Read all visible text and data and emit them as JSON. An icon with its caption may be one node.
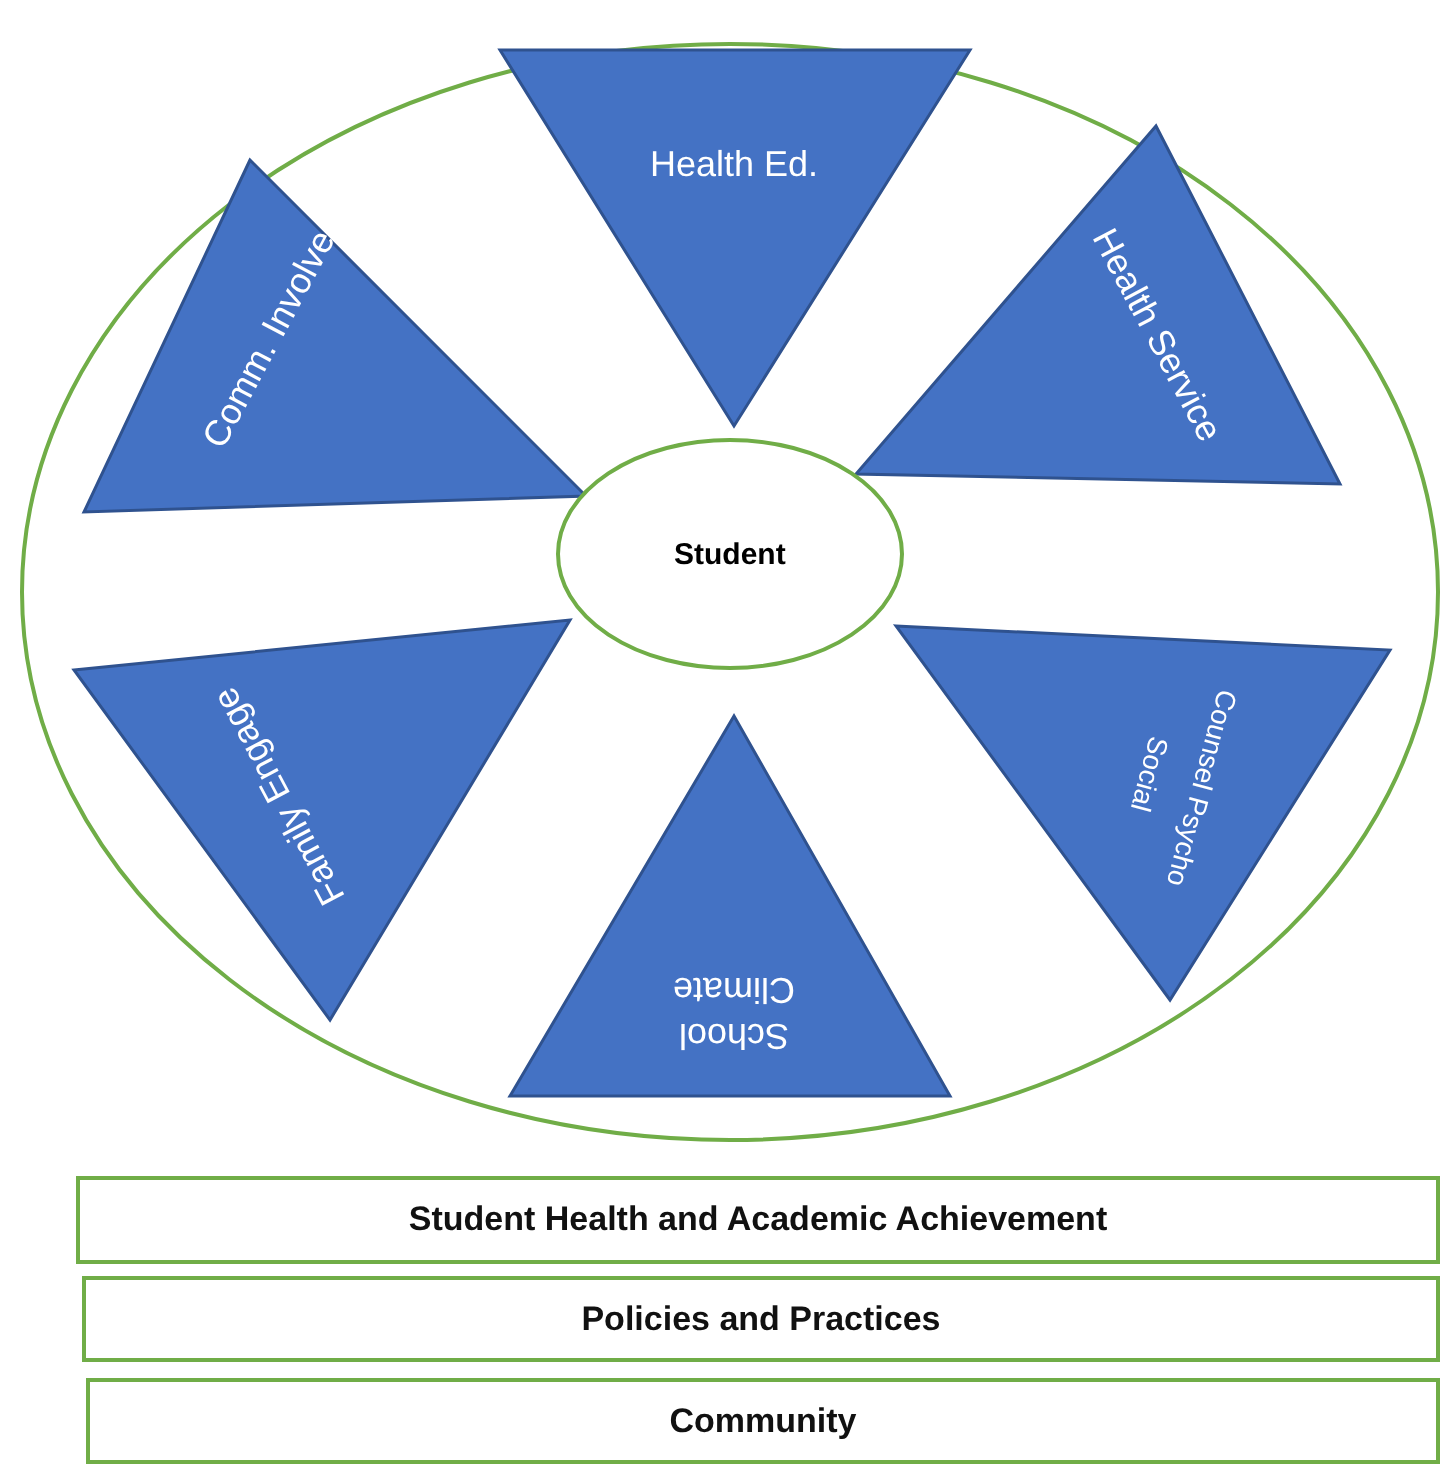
{
  "diagram": {
    "nodes": [
      {
        "text": [
          "Health Ed."
        ]
      },
      {
        "text": [
          "Comm. Involve"
        ]
      },
      {
        "text": [
          "Health Service"
        ]
      },
      {
        "text": [
          "Student"
        ]
      },
      {
        "text": [
          "Family Engage"
        ]
      },
      {
        "text": [
          "Counsel Psycho Social"
        ]
      },
      {
        "text": [
          "School Climate"
        ]
      },
      {
        "text": [
          "Student Health and Academic Achievement"
        ]
      },
      {
        "text": [
          "Policies and Practices"
        ]
      },
      {
        "text": [
          "Community"
        ]
      }
    ],
    "edges": []
  }
}
